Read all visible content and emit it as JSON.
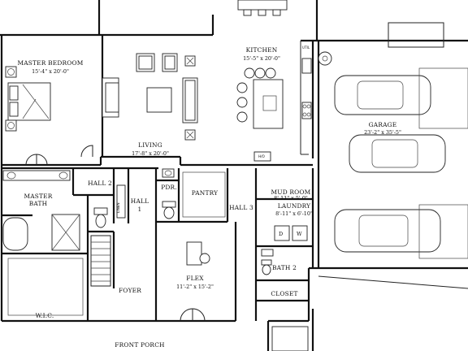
{
  "rooms": {
    "master_bedroom": {
      "name": "MASTER BEDROOM",
      "dims": "15'-4\" x 20'-0\""
    },
    "kitchen": {
      "name": "KITCHEN",
      "dims": "15'-5\" x 20'-0\""
    },
    "living": {
      "name": "LIVING",
      "dims": "17'-8\" x 20'-0\""
    },
    "garage": {
      "name": "GARAGE",
      "dims": "23'-2\" x 35'-5\""
    },
    "master_bath": {
      "name": "MASTER BATH"
    },
    "hall_2": {
      "name": "HALL 2"
    },
    "hall_1": {
      "name": "HALL 1"
    },
    "hall_3": {
      "name": "HALL 3"
    },
    "powder": {
      "name": "PDR."
    },
    "pantry": {
      "name": "PANTRY"
    },
    "mud_room": {
      "name": "MUD ROOM",
      "dims": "8'-11\" x 5'-0\""
    },
    "laundry": {
      "name": "LAUNDRY",
      "dims": "8'-11\" x 6'-10\""
    },
    "bath_2": {
      "name": "BATH 2"
    },
    "closet": {
      "name": "CLOSET"
    },
    "flex": {
      "name": "FLEX",
      "dims": "11'-2\" x 15'-2\""
    },
    "foyer": {
      "name": "FOYER"
    },
    "wic": {
      "name": "W.I.C."
    },
    "front_porch": {
      "name": "FRONT PORCH"
    }
  },
  "fixture_labels": {
    "linen": "LINEN",
    "utility": "UTIL",
    "hvac": "H/O",
    "dryer": "D",
    "washer": "W"
  }
}
